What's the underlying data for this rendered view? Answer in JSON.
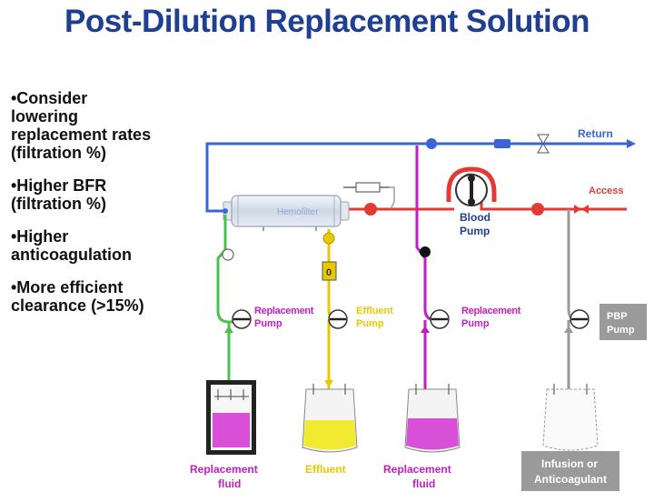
{
  "title": "Post-Dilution Replacement Solution",
  "bullets": [
    "•Consider\nlowering\nreplacement rates\n(filtration %)",
    "•Higher BFR\n(filtration %)",
    "•Higher\nanticoagulation",
    "•More efficient\nclearance (>15%)"
  ],
  "labels": {
    "return": "Return",
    "access": "Access",
    "hemofilter": "Hemofilter",
    "blood_pump": [
      "Blood",
      "Pump"
    ],
    "replacement_pump_left": [
      "Replacement",
      "Pump"
    ],
    "effluent_pump": [
      "Effluent",
      "Pump"
    ],
    "replacement_pump_right": [
      "Replacement",
      "Pump"
    ],
    "pbp_pump": [
      "PBP",
      "Pump"
    ],
    "replacement_fluid_left": [
      "Replacement",
      "fluid"
    ],
    "effluent_bag": "Effluent",
    "replacement_fluid_right": [
      "Replacement",
      "fluid"
    ],
    "infusion": [
      "Infusion or",
      "Anticoagulant"
    ],
    "effluent_sensor": "0"
  },
  "colors": {
    "title": "#1f3f93",
    "return_line": "#3a64d8",
    "access_line": "#e53935",
    "replacement": "#c21fc2",
    "effluent": "#e8c800",
    "green_line": "#4cc04c",
    "grey_line": "#9a9a9a"
  }
}
